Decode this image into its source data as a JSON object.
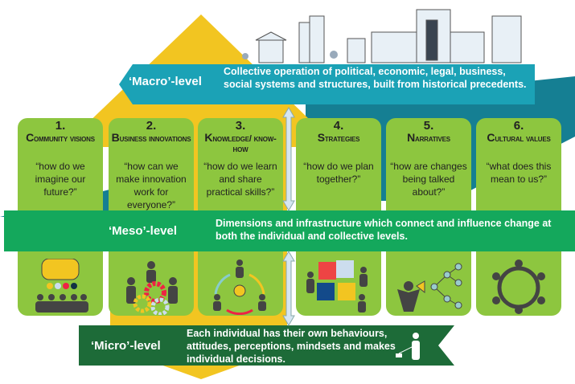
{
  "colors": {
    "yellow": "#f2c521",
    "teal": "#1ba2b6",
    "dark_teal": "#157f93",
    "meso_green": "#14a85c",
    "micro_green": "#1d6b38",
    "box_green": "#8dc63f",
    "arrow": "#d6e6f2"
  },
  "macro": {
    "label": "‘Macro’-level",
    "description": "Collective operation of political, economic, legal, business, social systems and structures, built from historical precedents."
  },
  "meso": {
    "label": "‘Meso’-level",
    "description": "Dimensions and infrastructure which connect and influence change at both the individual and collective levels."
  },
  "micro": {
    "label": "‘Micro’-level",
    "description": "Each individual has their own behaviours, attitudes, perceptions, mindsets and makes individual decisions."
  },
  "dimensions": [
    {
      "number": "1.",
      "title": "Community visions",
      "question": "“how do we imagine our future?”",
      "icon": "speech-bubble-crowd-icon"
    },
    {
      "number": "2.",
      "title": "Business innovations",
      "question": "“how can we make innovation work for everyone?”",
      "icon": "people-gears-icon"
    },
    {
      "number": "3.",
      "title": "Knowledge/ know-how",
      "question": "“how do we learn and share practical skills?”",
      "icon": "lightbulb-people-icon"
    },
    {
      "number": "4.",
      "title": "Strategies",
      "question": "“how do we plan together?”",
      "icon": "puzzle-people-icon"
    },
    {
      "number": "5.",
      "title": "Narratives",
      "question": "“how are changes being talked about?”",
      "icon": "megaphone-network-icon"
    },
    {
      "number": "6.",
      "title": "Cultural values",
      "question": "“what does this mean to us?”",
      "icon": "people-circle-icon"
    }
  ]
}
